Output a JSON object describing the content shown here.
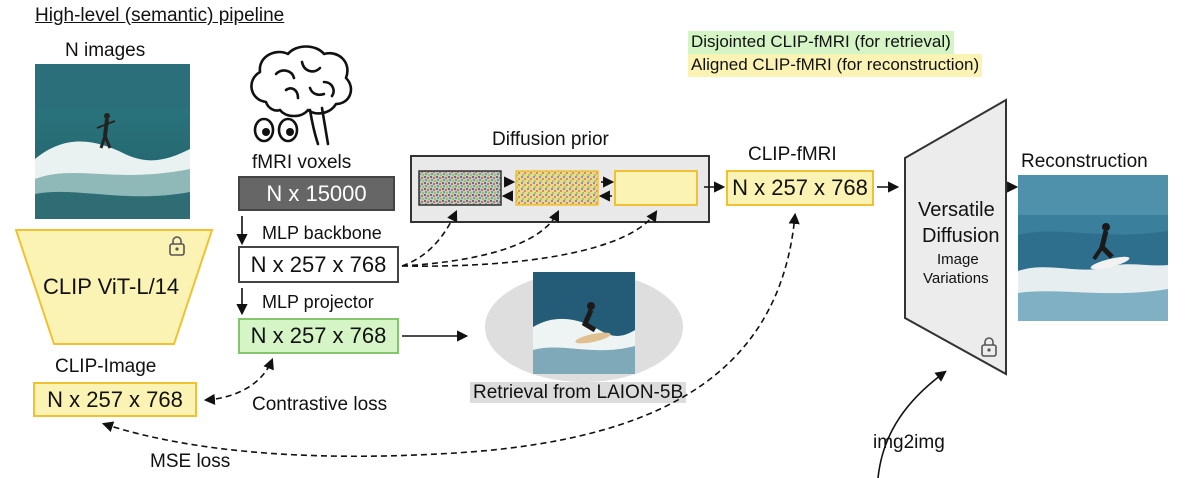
{
  "title": "High-level (semantic) pipeline",
  "legend": {
    "disjointed": "Disjointed CLIP-fMRI (for retrieval)",
    "aligned": "Aligned CLIP-fMRI (for reconstruction)"
  },
  "colors": {
    "yellow_fill": "#fbf3b4",
    "yellow_border": "#f0c233",
    "green_fill": "#d5f5c6",
    "green_border": "#86c471"
  },
  "labels": {
    "n_images": "N images",
    "fmri_voxels": "fMRI voxels",
    "mlp_backbone": "MLP backbone",
    "mlp_projector": "MLP projector",
    "clip_image": "CLIP-Image",
    "contrastive_loss": "Contrastive loss",
    "mse_loss": "MSE loss",
    "diffusion_prior": "Diffusion prior",
    "clip_fmri": "CLIP-fMRI",
    "reconstruction": "Reconstruction",
    "retrieval": "Retrieval from LAION-5B",
    "img2img": "img2img"
  },
  "boxes": {
    "voxels": "N x 15000",
    "backbone": "N x 257 x 768",
    "projector": "N x 257 x 768",
    "clip_image": "N x 257 x 768",
    "clip_fmri": "N x 257 x 768"
  },
  "encoder": {
    "name": "CLIP ViT-L/14",
    "icon": "lock-icon"
  },
  "versatile": {
    "title_line1": "Versatile",
    "title_line2": "Diffusion",
    "sub_line1": "Image",
    "sub_line2": "Variations",
    "icon": "lock-icon"
  },
  "icons": [
    "brain-icon",
    "lock-icon"
  ]
}
